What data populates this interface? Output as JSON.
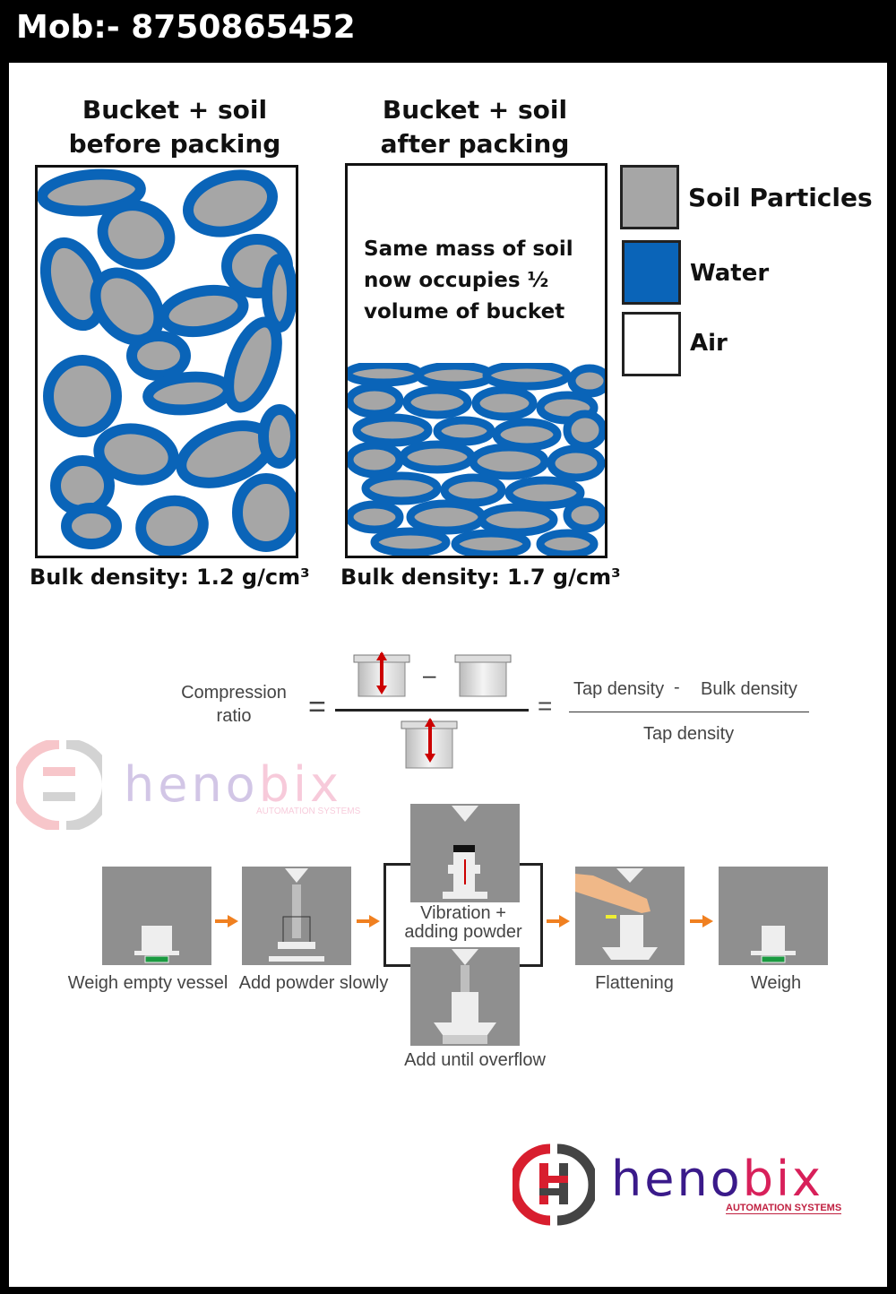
{
  "header": {
    "contact": "Mob:- 8750865452"
  },
  "soil": {
    "before_title": "Bucket + soil\nbefore packing",
    "after_title": "Bucket + soil\nafter packing",
    "after_note": "Same mass of soil now occupies ½ volume of bucket",
    "before_density": "Bulk density: 1.2 g/cm³",
    "after_density": "Bulk density: 1.7 g/cm³",
    "legend": [
      {
        "label": "Soil Particles",
        "color": "#a6a6a6"
      },
      {
        "label": "Water",
        "color": "#0a64b8"
      },
      {
        "label": "Air",
        "color": "#ffffff"
      }
    ]
  },
  "formula": {
    "lhs": "Compression ratio",
    "minus": "–",
    "equals": "=",
    "tap": "Tap density",
    "op": "-",
    "bulk": "Bulk density",
    "denominator": "Tap density"
  },
  "process": {
    "steps": [
      "Weigh empty vessel",
      "Add powder slowly",
      "Vibration + adding powder",
      "Add until overflow",
      "Flattening",
      "Weigh"
    ]
  },
  "brand": {
    "name_a": "heno",
    "name_b": "bix",
    "tagline": "AUTOMATION SYSTEMS"
  }
}
